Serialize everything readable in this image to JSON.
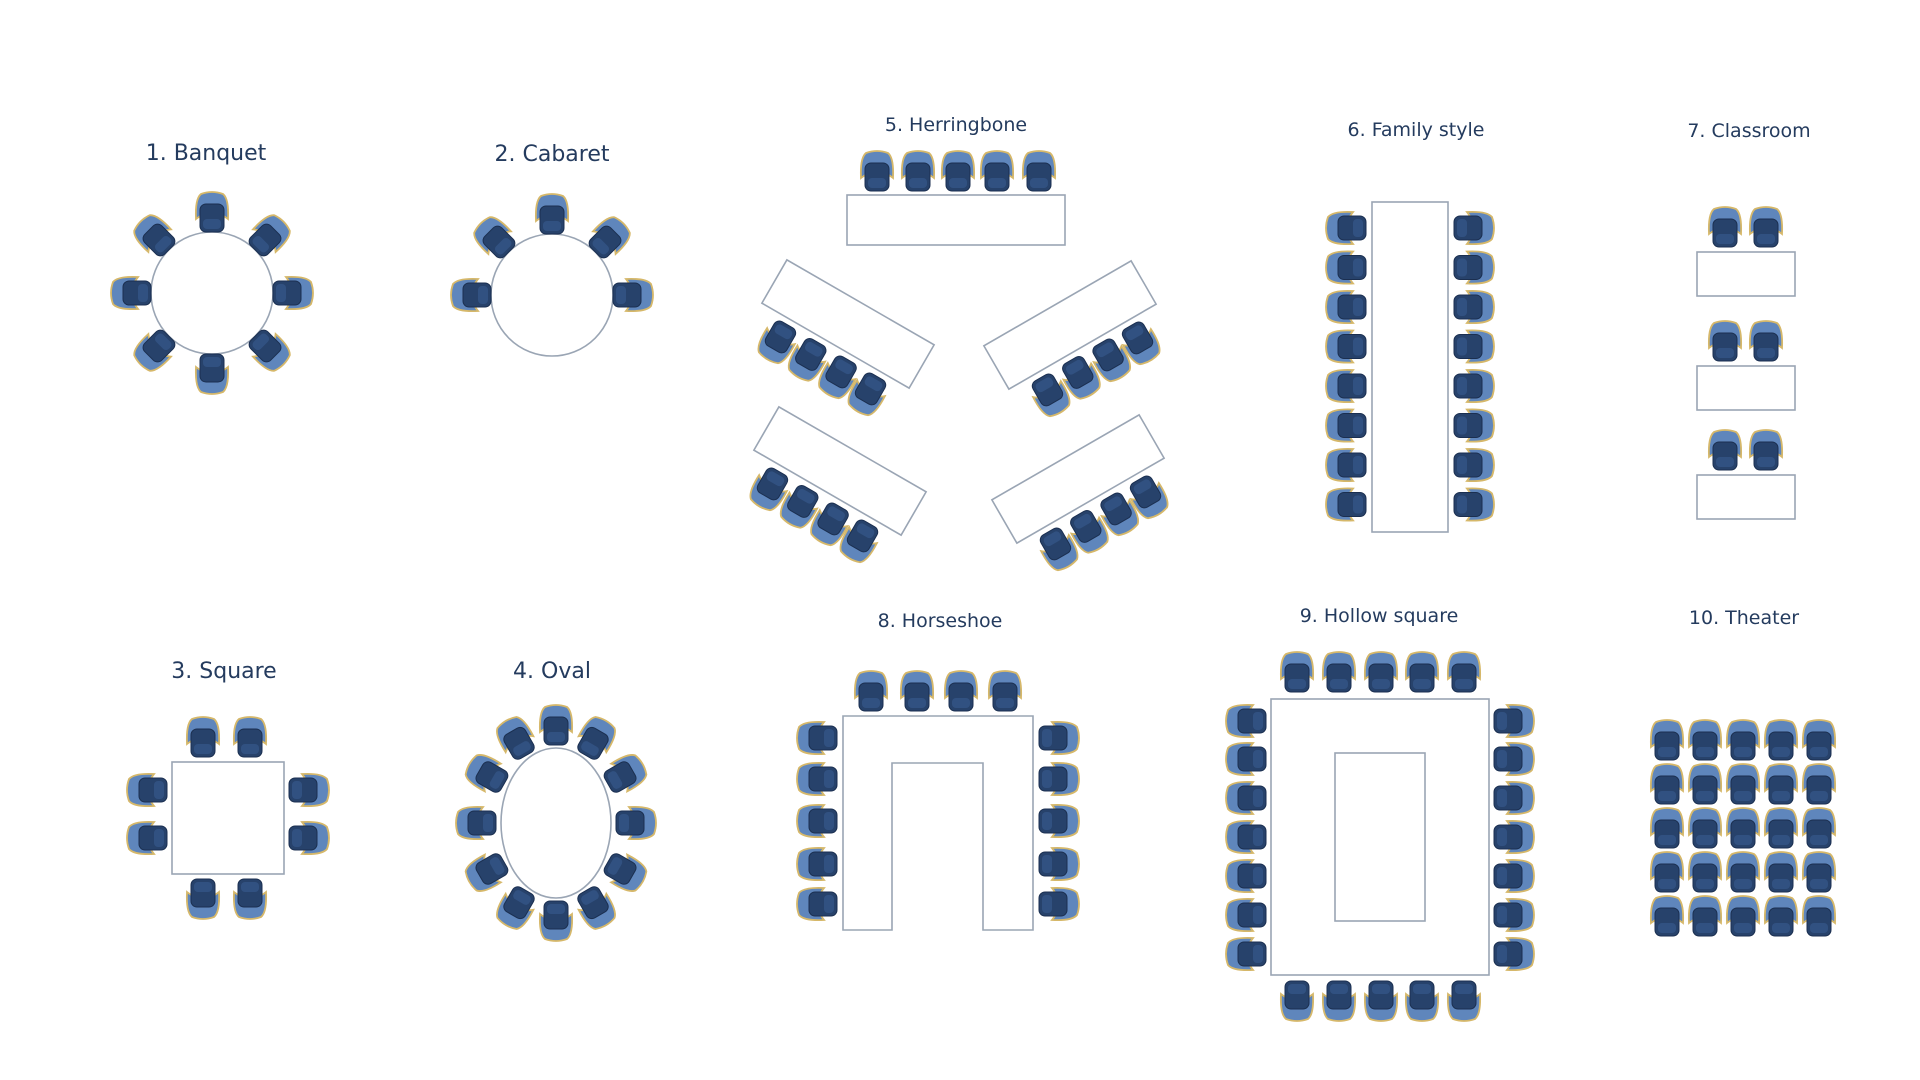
{
  "layouts": [
    {
      "id": "banquet",
      "label": "1. Banquet",
      "seats": 8
    },
    {
      "id": "cabaret",
      "label": "2. Cabaret",
      "seats": 5
    },
    {
      "id": "square",
      "label": "3. Square",
      "seats": 8
    },
    {
      "id": "oval",
      "label": "4. Oval",
      "seats": 12
    },
    {
      "id": "herringbone",
      "label": "5. Herringbone",
      "seats": 21
    },
    {
      "id": "family-style",
      "label": "6. Family style",
      "seats": 16
    },
    {
      "id": "classroom",
      "label": "7. Classroom",
      "seats": 6
    },
    {
      "id": "horseshoe",
      "label": "8. Horseshoe",
      "seats": 14
    },
    {
      "id": "hollow-square",
      "label": "9. Hollow square",
      "seats": 24
    },
    {
      "id": "theater",
      "label": "10. Theater",
      "seats": 25
    }
  ],
  "colors": {
    "chair_back": "#5f86bc",
    "chair_edge": "#d6b86a",
    "chair_seat": "#27426b",
    "table_stroke": "#9aa5b4",
    "label": "#243b5e"
  },
  "icons": {
    "seat": "chair-icon",
    "table": "table-outline"
  }
}
